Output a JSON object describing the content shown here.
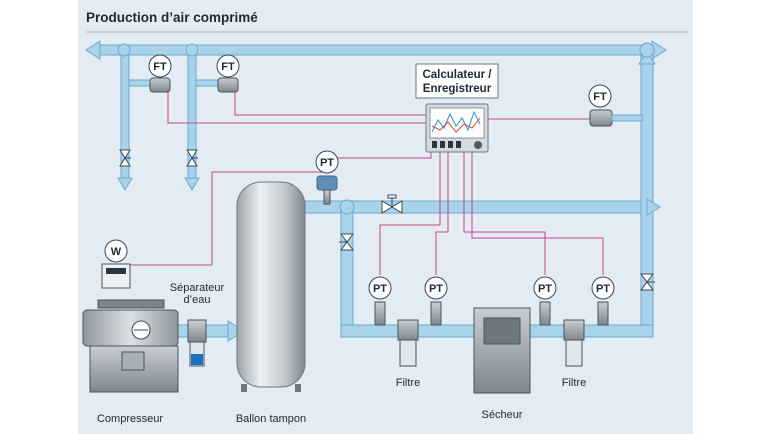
{
  "title": "Production d’air comprimé",
  "calculator": {
    "line1": "Calculateur /",
    "line2": "Enregistreur"
  },
  "instruments": {
    "ft1": "FT",
    "ft2": "FT",
    "ft3": "FT",
    "pt_tank": "PT",
    "pt1": "PT",
    "pt2": "PT",
    "pt3": "PT",
    "pt4": "PT",
    "w": "W"
  },
  "labels": {
    "separator_line1": "Séparateur",
    "separator_line2": "d’eau",
    "compressor": "Compresseur",
    "tank": "Ballon tampon",
    "filter1": "Filtre",
    "filter2": "Filtre",
    "dryer": "Sécheur"
  },
  "colors": {
    "panel_bg": "#e3ebf3",
    "pipe_fill": "#a9d3ea",
    "pipe_edge": "#6aa9cc",
    "signal_line": "#c9438f",
    "instrument_fill": "#ffffff"
  }
}
